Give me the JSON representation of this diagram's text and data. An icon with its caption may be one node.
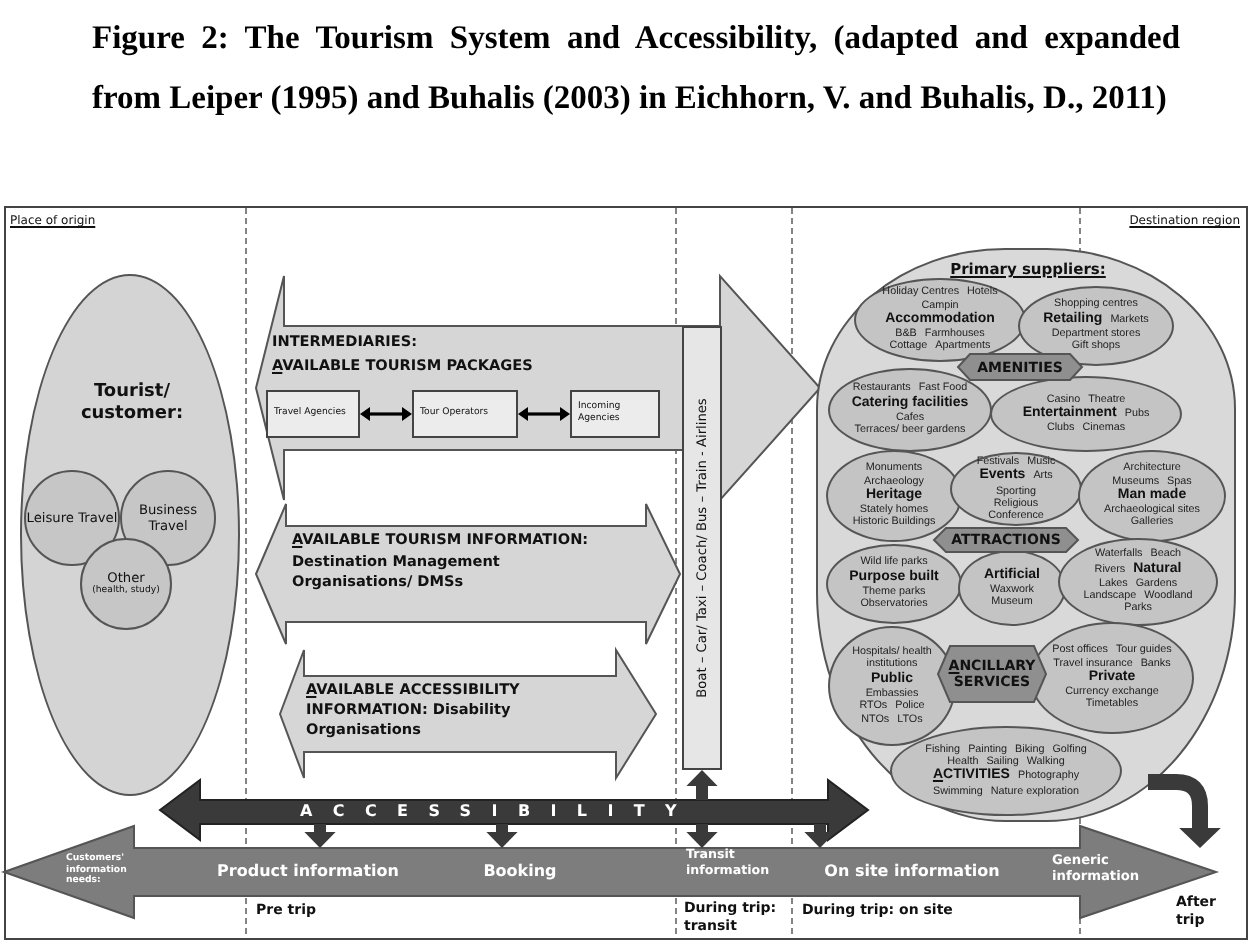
{
  "diagram": {
    "title": "Figure 2: The Tourism System and Accessibility, (adapted and expanded from Leiper (1995) and Buhalis (2003) in Eichhorn, V. and Buhalis, D., 2011)",
    "nodes": [
      {
        "text": [
          "Tourist/ customer:"
        ]
      },
      {
        "text": [
          "Leisure Travel"
        ],
        "in": 0
      },
      {
        "text": [
          "Business Travel"
        ],
        "in": 0
      },
      {
        "text": [
          "Other",
          "(health, study)"
        ],
        "in": 0
      },
      {
        "text": [
          "INTERMEDIARIES:",
          "AVAILABLE TOURISM PACKAGES"
        ]
      },
      {
        "text": [
          "Travel Agencies"
        ],
        "in": 4
      },
      {
        "text": [
          "Tour Operators"
        ],
        "in": 4
      },
      {
        "text": [
          "Incoming Agencies"
        ],
        "in": 4
      },
      {
        "text": [
          "AVAILABLE TOURISM INFORMATION:",
          "Destination Management Organisations/ DMSs"
        ]
      },
      {
        "text": [
          "AVAILABLE ACCESSIBILITY INFORMATION: Disability Organisations"
        ]
      },
      {
        "text": [
          "Boat – Car/ Taxi – Coach/ Bus – Train - Airlines"
        ]
      },
      {
        "text": [
          "Primary suppliers:"
        ]
      },
      {
        "text": [
          "AMENITIES"
        ],
        "in": 11
      },
      {
        "text": [
          "Holiday Centres",
          "Hotels",
          "Campin",
          "Accommodation",
          "B&B",
          "Farmhouses",
          "Cottage",
          "Apartments"
        ],
        "in": 11
      },
      {
        "text": [
          "Shopping centres",
          "Retailing",
          "Markets",
          "Department stores",
          "Gift shops"
        ],
        "in": 11
      },
      {
        "text": [
          "Restaurants",
          "Fast Food",
          "Catering facilities",
          "Cafes",
          "Terraces/ beer gardens"
        ],
        "in": 11
      },
      {
        "text": [
          "Casino",
          "Theatre",
          "Entertainment",
          "Pubs",
          "Clubs",
          "Cinemas"
        ],
        "in": 11
      },
      {
        "text": [
          "ATTRACTIONS"
        ],
        "in": 11
      },
      {
        "text": [
          "Monuments",
          "Archaeology",
          "Heritage",
          "Stately homes",
          "Historic Buildings"
        ],
        "in": 11
      },
      {
        "text": [
          "Festivals",
          "Music",
          "Events",
          "Arts",
          "Sporting",
          "Religious",
          "Conference"
        ],
        "in": 11
      },
      {
        "text": [
          "Architecture",
          "Museums",
          "Spas",
          "Man made",
          "Archaeological sites",
          "Galleries"
        ],
        "in": 11
      },
      {
        "text": [
          "Wild life parks",
          "Purpose built",
          "Theme parks",
          "Observatories"
        ],
        "in": 11
      },
      {
        "text": [
          "Artificial",
          "Waxwork Museum"
        ],
        "in": 11
      },
      {
        "text": [
          "Waterfalls",
          "Beach",
          "Rivers",
          "Natural",
          "Lakes",
          "Gardens",
          "Landscape",
          "Woodland",
          "Parks"
        ],
        "in": 11
      },
      {
        "text": [
          "ANCILLARY SERVICES"
        ],
        "in": 11
      },
      {
        "text": [
          "Hospitals/ health institutions",
          "Public",
          "Embassies",
          "RTOs",
          "Police",
          "NTOs",
          "LTOs"
        ],
        "in": 11
      },
      {
        "text": [
          "Post offices",
          "Tour guides",
          "Travel insurance",
          "Banks",
          "Private",
          "Currency exchange",
          "Timetables"
        ],
        "in": 11
      },
      {
        "text": [
          "Fishing",
          "Painting",
          "Biking",
          "Golfing",
          "Health",
          "Sailing",
          "Walking",
          "ACTIVITIES",
          "Photography",
          "Swimming",
          "Nature exploration"
        ],
        "in": 11
      },
      {
        "text": [
          "ACCESSIBILITY"
        ]
      },
      {
        "text": [
          "Customers' information needs:",
          "Product information",
          "Booking",
          "Transit information",
          "On site information",
          "Generic information"
        ]
      }
    ],
    "edges": [
      {
        "from": 5,
        "to": 6,
        "arrow": "both",
        "color": "#000000"
      },
      {
        "from": 6,
        "to": 7,
        "arrow": "both",
        "color": "#000000"
      },
      {
        "from": 28,
        "to": 29,
        "arrow": "to"
      },
      {
        "from": 28,
        "to": 29,
        "arrow": "to"
      },
      {
        "from": 28,
        "to": 10,
        "arrow": "to"
      },
      {
        "from": 28,
        "to": 29,
        "arrow": "to"
      },
      {
        "from": 28,
        "to": 29,
        "arrow": "to"
      },
      {
        "from": null,
        "to": 29,
        "arrow": "to"
      }
    ],
    "labels": [
      "Place of origin",
      "Destination region",
      "Pre trip",
      "During trip: transit",
      "During trip: on site",
      "After trip"
    ]
  }
}
